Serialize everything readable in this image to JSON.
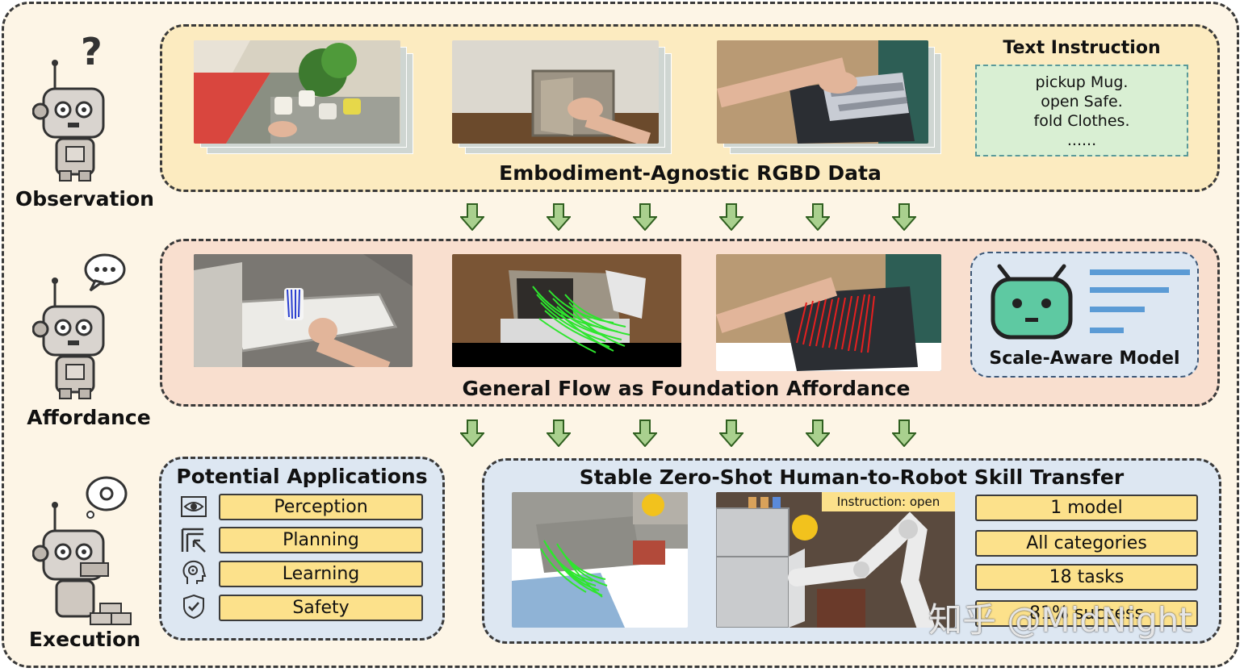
{
  "stages": {
    "observation": "Observation",
    "affordance": "Affordance",
    "execution": "Execution"
  },
  "observation_panel": {
    "title": "Embodiment-Agnostic RGBD Data",
    "text_instruction": {
      "title": "Text Instruction",
      "lines": [
        "pickup Mug.",
        "open Safe.",
        "fold Clothes.",
        "......"
      ]
    }
  },
  "affordance_panel": {
    "title": "General Flow as Foundation Affordance",
    "model_label": "Scale-Aware Model"
  },
  "applications_panel": {
    "title": "Potential Applications",
    "items": [
      {
        "label": "Perception",
        "icon": "eye-icon"
      },
      {
        "label": "Planning",
        "icon": "route-icon"
      },
      {
        "label": "Learning",
        "icon": "brain-head-icon"
      },
      {
        "label": "Safety",
        "icon": "shield-check-icon"
      }
    ]
  },
  "skill_panel": {
    "title": "Stable Zero-Shot Human-to-Robot Skill Transfer",
    "instruction_overlay": "Instruction: open",
    "stats": [
      "1 model",
      "All categories",
      "18 tasks",
      "81% success"
    ]
  },
  "watermark": "知乎 @MidNight",
  "colors": {
    "outer_bg": "#fdf5e6",
    "observation_bg": "#fcebc0",
    "affordance_bg": "#f9dfcf",
    "execution_bg": "#dde7f2",
    "arrow_fill": "#a9d08e",
    "pill_fill": "#fce18b",
    "flow_green": "#2ee62e",
    "flow_red": "#e62020",
    "flow_blue": "#2a3fd0",
    "model_teal": "#5ec9a2",
    "bar_blue": "#5b9bd5"
  }
}
